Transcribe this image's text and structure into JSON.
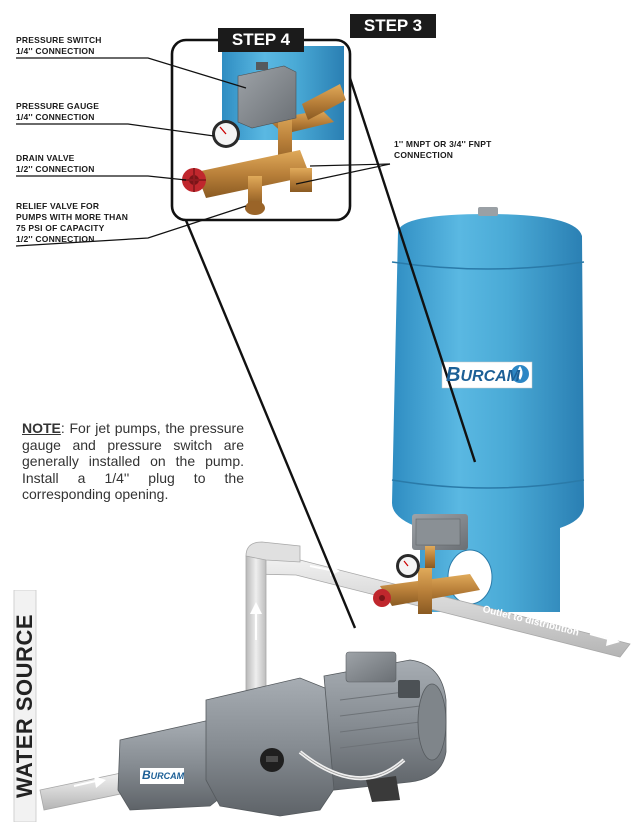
{
  "steps": {
    "step4": "STEP 4",
    "step3": "STEP 3"
  },
  "callouts": {
    "pressure_switch": "PRESSURE SWITCH\n1/4'' CONNECTION",
    "pressure_gauge": "PRESSURE GAUGE\n1/4'' CONNECTION",
    "drain_valve": "DRAIN VALVE\n1/2'' CONNECTION",
    "relief_valve": "RELIEF VALVE FOR\nPUMPS WITH MORE THAN\n75 PSI OF CAPACITY\n1/2'' CONNECTION",
    "mnpt": "1'' MNPT OR 3/4'' FNPT\nCONNECTION"
  },
  "note": {
    "label": "NOTE",
    "text": ": For jet pumps, the pressure gauge and pressure switch are generally installed on the pump. Install a 1/4'' plug to the corresponding opening."
  },
  "tank_brand": "URCAM",
  "tank_brand_initial": "B",
  "pump_brand": "URCAM",
  "pump_brand_initial": "B",
  "outlet_label": "Outlet to distribution",
  "water_source": "WATER SOURCE",
  "colors": {
    "tank": "#4aaad6",
    "tank_dark": "#2e86b8",
    "brass": "#c08a3a",
    "pump": "#8e949a",
    "pipe": "#dcdcdc",
    "valve_red": "#c0272d"
  }
}
